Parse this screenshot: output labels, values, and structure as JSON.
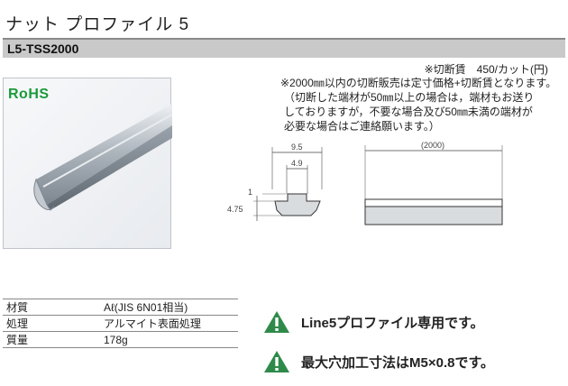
{
  "header": {
    "title": "ナット プロファイル 5",
    "code": "L5-TSS2000"
  },
  "notes": {
    "cut_fee": "※切断賃　450/カット(円)",
    "lines": [
      "※2000㎜以内の切断販売は定寸価格+切断賃となります。",
      "（切断した端材が50㎜以上の場合は，端材もお送り",
      "しておりますが，不要な場合及び50㎜未満の端材が",
      "必要な場合はご連絡願います。）"
    ]
  },
  "photo": {
    "rohs_label": "RoHS"
  },
  "dimensions": {
    "width_outer": "9.5",
    "width_inner": "4.9",
    "height": "4.75",
    "lip": "1",
    "length": "(2000)"
  },
  "specs": [
    {
      "label": "材質",
      "value": "Aℓ(JIS 6N01相当)"
    },
    {
      "label": "処理",
      "value": "アルマイト表面処理"
    },
    {
      "label": "質量",
      "value": "178g"
    }
  ],
  "warnings": [
    "Line5プロファイル専用です。",
    "最大穴加工寸法はM5×0.8です。"
  ],
  "colors": {
    "code_bar": "#c9c9c9",
    "rohs": "#1a9a3a",
    "warning_triangle": "#2f8a4a",
    "profile_fill": "#d9dcdf"
  }
}
